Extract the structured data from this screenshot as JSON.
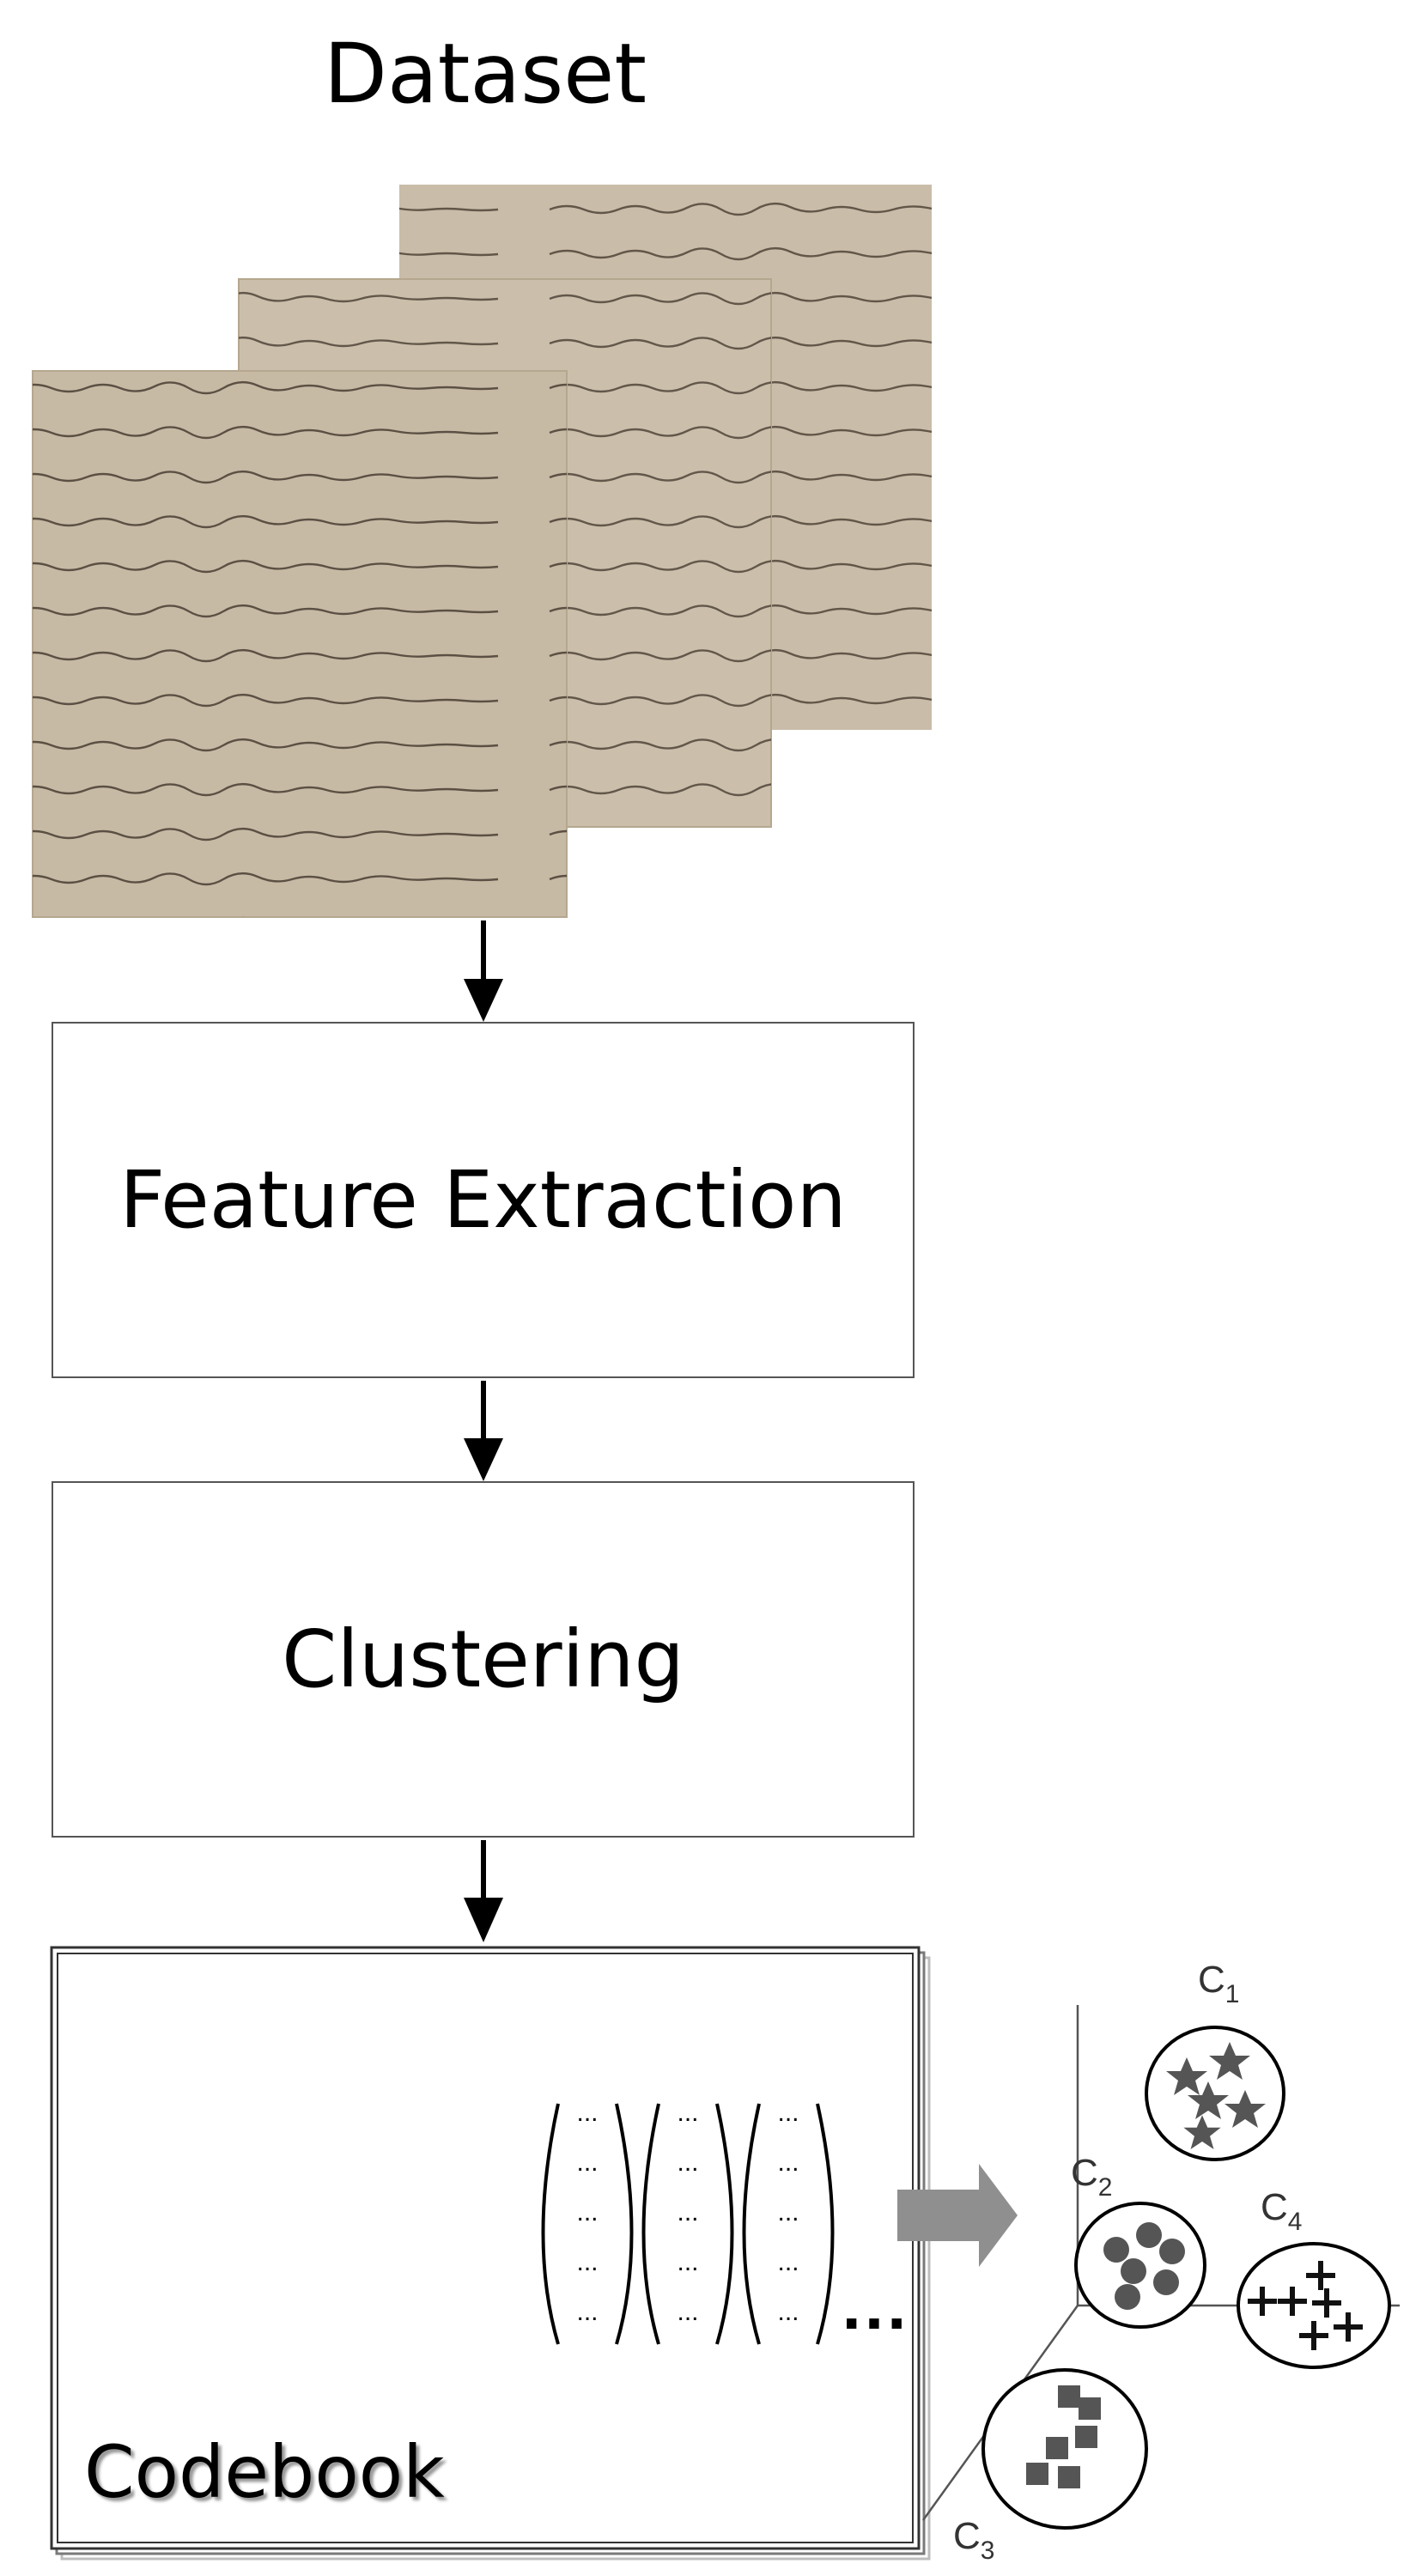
{
  "title": "Dataset",
  "steps": {
    "feature_extraction": "Feature Extraction",
    "clustering": "Clustering"
  },
  "codebook": {
    "label": "Codebook",
    "vector_cell": "...",
    "continuation": "..."
  },
  "clusters": [
    {
      "name": "C",
      "sub": "1",
      "marker": "star"
    },
    {
      "name": "C",
      "sub": "2",
      "marker": "circle"
    },
    {
      "name": "C",
      "sub": "3",
      "marker": "square"
    },
    {
      "name": "C",
      "sub": "4",
      "marker": "plus"
    }
  ],
  "colors": {
    "paper": "#c9bca8",
    "paper_dark": "#b5a78f",
    "ink": "#3a2e24",
    "box_border": "#555555",
    "arrow": "#000000",
    "gray_arrow": "#8f8f8f",
    "marker": "#555555"
  },
  "icons": {
    "pages": "handwritten-document-pages",
    "flow_arrow": "down-arrow-icon",
    "transfer_arrow": "right-arrow-icon"
  }
}
